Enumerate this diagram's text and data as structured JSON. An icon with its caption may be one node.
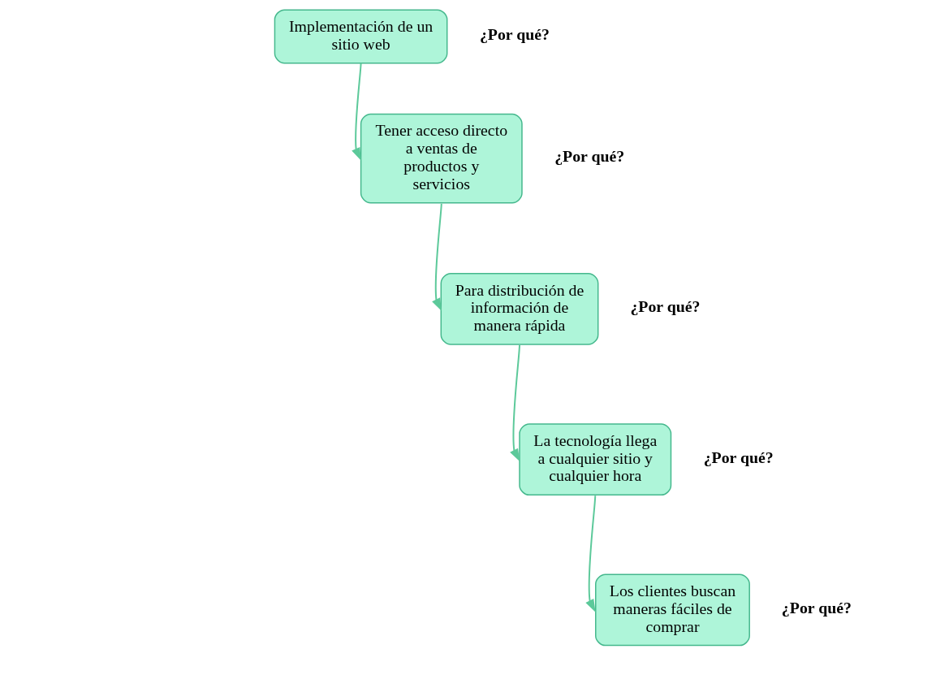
{
  "diagram": {
    "nodes": [
      {
        "text": [
          "Implementación de un sitio web"
        ],
        "beside": [
          "¿Por qué?"
        ]
      },
      {
        "text": [
          "Tener acceso directo a ventas de productos y servicios"
        ],
        "beside": [
          "¿Por qué?"
        ]
      },
      {
        "text": [
          "Para distribución de información de manera rápida"
        ],
        "beside": [
          "¿Por qué?"
        ]
      },
      {
        "text": [
          "La tecnología llega a cualquier sitio y cualquier hora"
        ],
        "beside": [
          "¿Por qué?"
        ]
      },
      {
        "text": [
          "Los clientes buscan maneras fáciles de comprar"
        ],
        "beside": [
          "¿Por qué?"
        ]
      }
    ],
    "edges": [
      {
        "from": 0,
        "to": 1,
        "arrow": "to"
      },
      {
        "from": 1,
        "to": 2,
        "arrow": "to"
      },
      {
        "from": 2,
        "to": 3,
        "arrow": "to"
      },
      {
        "from": 3,
        "to": 4,
        "arrow": "to"
      }
    ]
  }
}
